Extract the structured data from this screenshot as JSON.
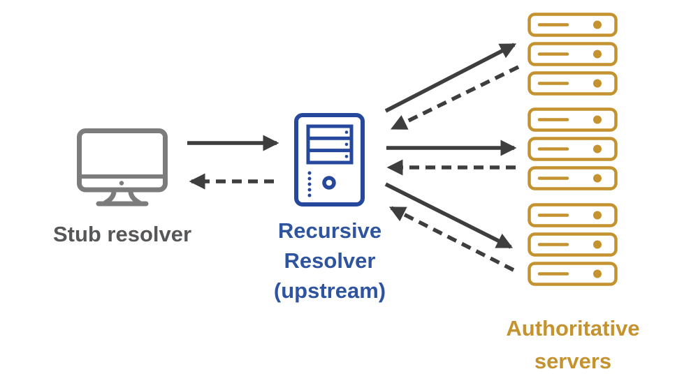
{
  "diagram_type": "dns-resolution-flow",
  "colors": {
    "gold": "#C4922E",
    "blue_icon": "#26489C",
    "blue_text": "#2E549F",
    "gray_icon": "#7C7C7C",
    "gray_text": "#565759",
    "arrow": "#3E3E3E"
  },
  "nodes": {
    "stub": {
      "label": "Stub resolver",
      "icon": "monitor-icon"
    },
    "recursive": {
      "lines": [
        "Recursive",
        "Resolver",
        "(upstream)"
      ],
      "icon": "tower-server-icon"
    },
    "authoritative": {
      "lines": [
        "Authoritative",
        "servers"
      ],
      "icon": "rack-server-icon",
      "groups": [
        3,
        3,
        3
      ],
      "server_count": 9
    }
  },
  "edges": [
    {
      "from": "stub-resolver",
      "to": "recursive-resolver",
      "style": "solid"
    },
    {
      "from": "recursive-resolver",
      "to": "stub-resolver",
      "style": "dashed"
    },
    {
      "from": "recursive-resolver",
      "to": "authoritative-group-1",
      "style": "solid"
    },
    {
      "from": "authoritative-group-1",
      "to": "recursive-resolver",
      "style": "dashed"
    },
    {
      "from": "recursive-resolver",
      "to": "authoritative-group-2",
      "style": "solid"
    },
    {
      "from": "authoritative-group-2",
      "to": "recursive-resolver",
      "style": "dashed"
    },
    {
      "from": "recursive-resolver",
      "to": "authoritative-group-3",
      "style": "solid"
    },
    {
      "from": "authoritative-group-3",
      "to": "recursive-resolver",
      "style": "dashed"
    }
  ]
}
